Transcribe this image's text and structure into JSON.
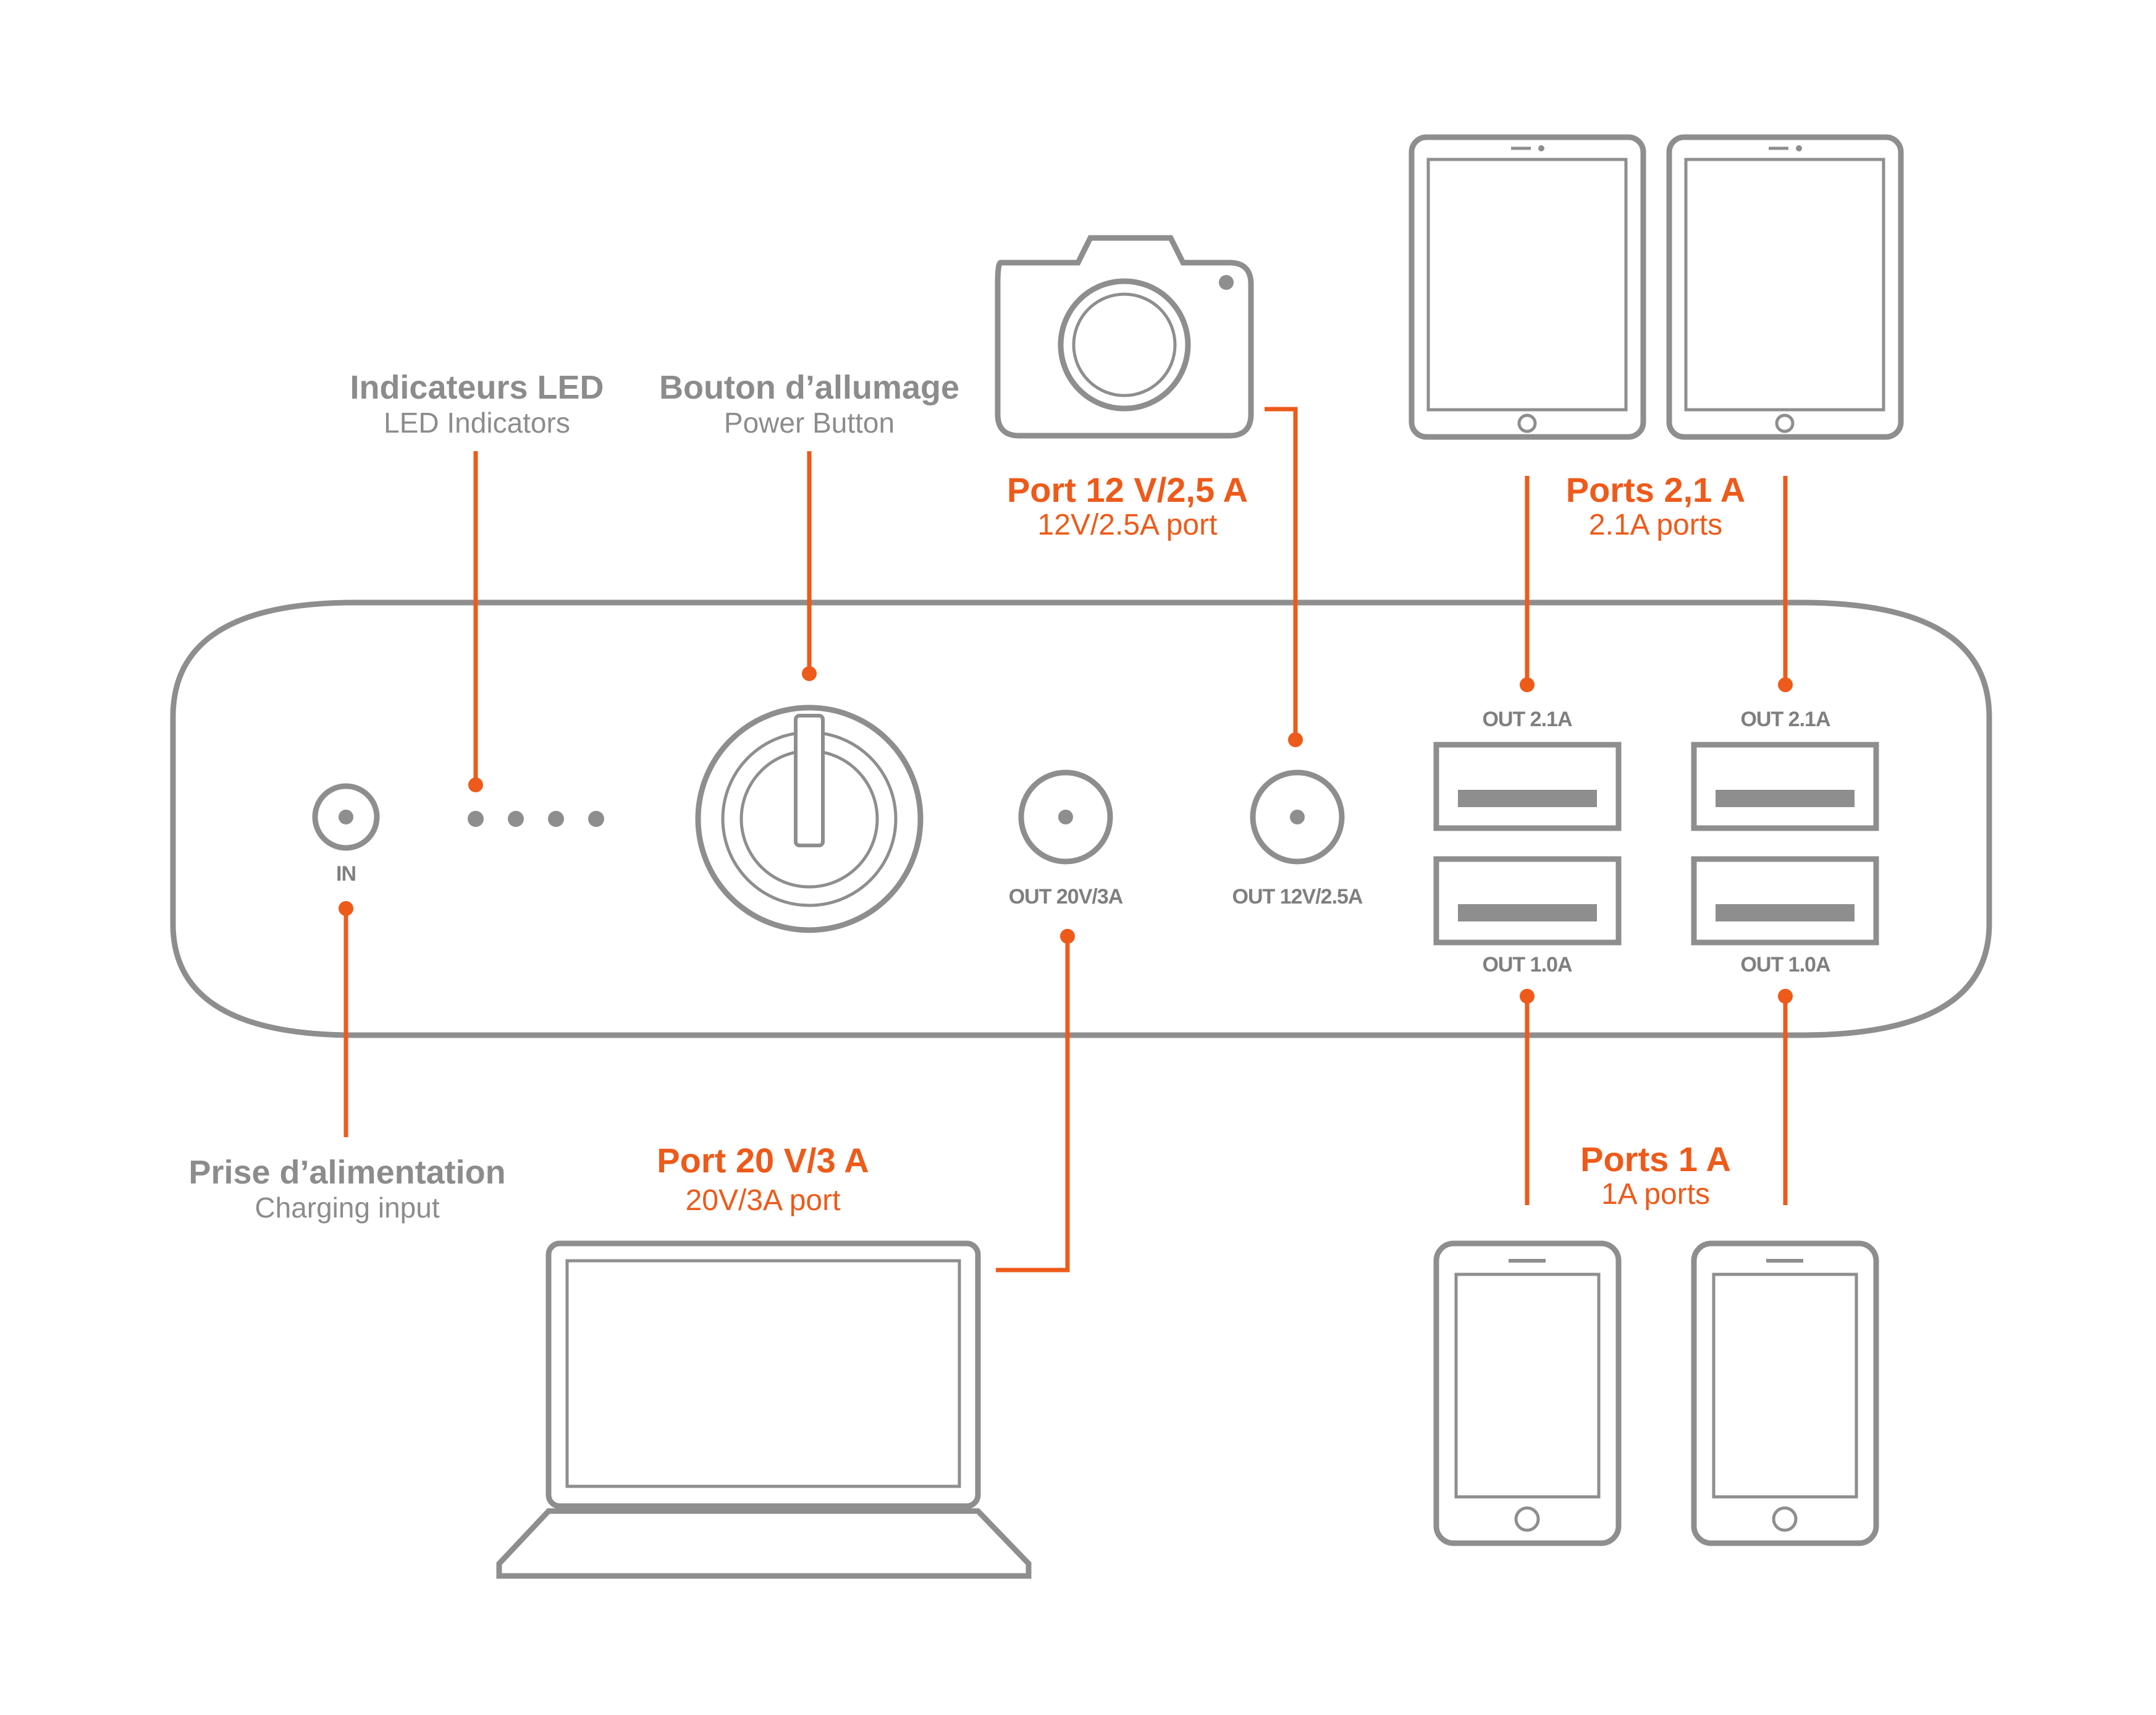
{
  "colors": {
    "accent": "#ee5a1a",
    "outline": "#8e8e8e",
    "label_gray": "#8c8c8c",
    "background": "#ffffff"
  },
  "callouts": {
    "led": {
      "title": "Indicateurs LED",
      "subtitle": "LED Indicators"
    },
    "power_button": {
      "title": "Bouton d’allumage",
      "subtitle": "Power Button"
    },
    "port_12v": {
      "title": "Port 12 V/2,5 A",
      "subtitle": "12V/2.5A port"
    },
    "ports_21a": {
      "title": "Ports 2,1 A",
      "subtitle": "2.1A ports"
    },
    "charging_input": {
      "title": "Prise d’alimentation",
      "subtitle": "Charging input"
    },
    "port_20v": {
      "title": "Port 20 V/3 A",
      "subtitle": "20V/3A port"
    },
    "ports_1a": {
      "title": "Ports 1 A",
      "subtitle": "1A ports"
    }
  },
  "power_bank": {
    "in_label": "IN",
    "led_count": 4,
    "out_20v_label": "OUT 20V/3A",
    "out_12v_label": "OUT 12V/2.5A",
    "usb_top_labels": [
      "OUT 2.1A",
      "OUT 2.1A"
    ],
    "usb_bottom_labels": [
      "OUT 1.0A",
      "OUT 1.0A"
    ]
  },
  "devices": [
    "camera-icon",
    "tablet-icon",
    "tablet-icon",
    "laptop-icon",
    "phone-icon",
    "phone-icon"
  ]
}
